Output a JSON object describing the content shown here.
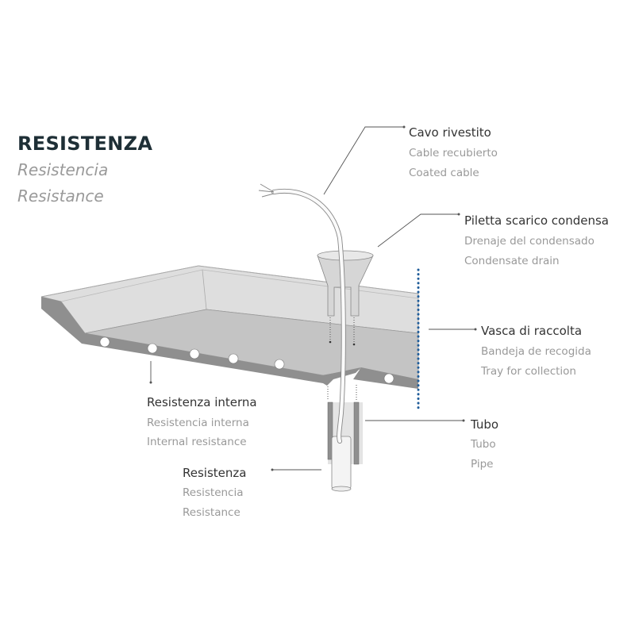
{
  "title": {
    "it": "RESISTENZA",
    "es": "Resistencia",
    "en": "Resistance"
  },
  "labels": [
    {
      "id": "cable",
      "it": "Cavo rivestito",
      "es": "Cable recubierto",
      "en": "Coated cable"
    },
    {
      "id": "drain",
      "it": "Piletta scarico condensa",
      "es": "Drenaje del condensado",
      "en": "Condensate drain"
    },
    {
      "id": "tray",
      "it": "Vasca di raccolta",
      "es": "Bandeja de recogida",
      "en": "Tray for collection"
    },
    {
      "id": "pipe",
      "it": "Tubo",
      "es": "Tubo",
      "en": "Pipe"
    },
    {
      "id": "internal",
      "it": "Resistenza interna",
      "es": "Resistencia interna",
      "en": "Internal resistance"
    },
    {
      "id": "resistance",
      "it": "Resistenza",
      "es": "Resistencia",
      "en": "Resistance"
    }
  ],
  "colors": {
    "accent": "#1f5c99",
    "line": "#555555",
    "tray_wall": "#dcdcdc",
    "tray_floor": "#bdbdbd",
    "tray_edge": "#8a8a8a"
  }
}
